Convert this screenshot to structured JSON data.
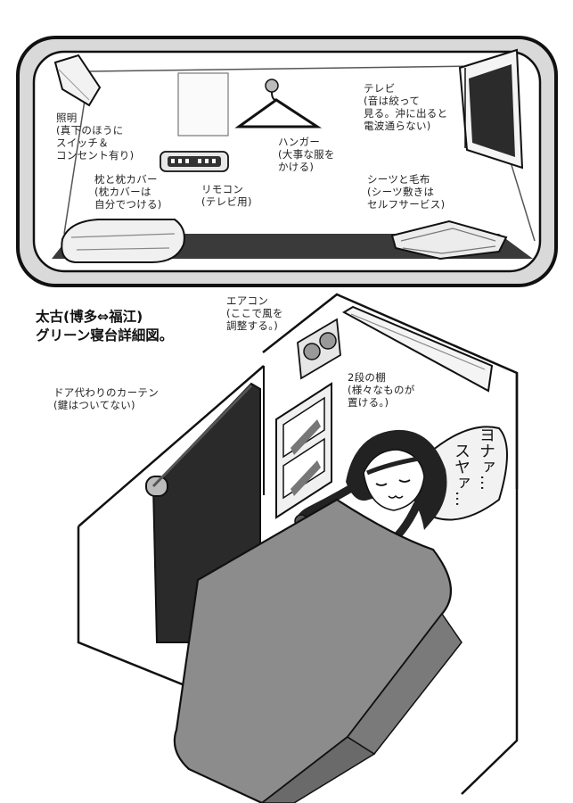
{
  "title": "太古(博多⇔福江)\nグリーン寝台詳細図。",
  "top_view": {
    "light": "照明\n(真下のほうに\nスイッチ＆\nコンセント有り)",
    "pillow": "枕と枕カバー\n(枕カバーは\n自分でつける)",
    "remote": "リモコン\n(テレビ用)",
    "hanger": "ハンガー\n(大事な服を\nかける)",
    "tv": "テレビ\n(音は絞って\n見る。沖に出ると\n電波通らない)",
    "sheets": "シーツと毛布\n(シーツ敷きは\nセルフサービス)"
  },
  "bottom_view": {
    "aircon": "エアコン\n(ここで風を\n調整する。)",
    "shelf": "2段の棚\n(様々なものが\n置ける。)",
    "curtain": "ドア代わりのカーテン\n(鍵はついてない)"
  },
  "sfx": {
    "col1": "ヨナァ…",
    "col2": "スヤァ…"
  },
  "colors": {
    "ink": "#1a1a1a",
    "floor": "#3a3a3a",
    "blanket": "#8c8c8c",
    "curtain": "#2a2a2a",
    "hair": "#222222"
  }
}
